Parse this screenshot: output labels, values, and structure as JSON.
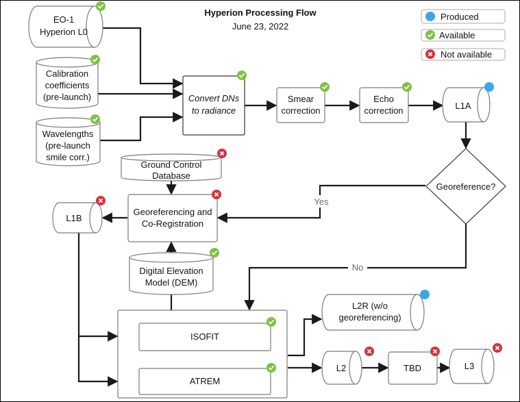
{
  "header": {
    "title": "Hyperion Processing Flow",
    "date": "June 23, 2022"
  },
  "legend": {
    "produced": "Produced",
    "available": "Available",
    "not_available": "Not available"
  },
  "colors": {
    "produced": "#3aa8e6",
    "available": "#7dc242",
    "not_available": "#d8323c",
    "stroke": "#7a7a7a",
    "arrow": "#1a1a1a",
    "edge_label": "#6b6b6b"
  },
  "nodes": {
    "eo1": {
      "line1": "EO-1",
      "line2": "Hyperion L0",
      "status": "available"
    },
    "calib": {
      "line1": "Calibration",
      "line2": "coefficients",
      "line3": "(pre-launch)",
      "status": "available"
    },
    "wavelengths": {
      "line1": "Wavelengths",
      "line2": "(pre-launch",
      "line3": "smile corr.)",
      "status": "available"
    },
    "convert": {
      "line1": "Convert  DNs",
      "line2": "to radiance",
      "status": "available"
    },
    "smear": {
      "line1": "Smear",
      "line2": "correction",
      "status": "available"
    },
    "echo": {
      "line1": "Echo",
      "line2": "correction",
      "status": "available"
    },
    "l1a": {
      "label": "L1A",
      "status": "produced"
    },
    "georef_q": {
      "label": "Georeference?"
    },
    "gcd": {
      "line1": "Ground Control",
      "line2": "Database",
      "status": "not_available"
    },
    "georeg": {
      "line1": "Georeferencing and",
      "line2": "Co-Registration",
      "status": "not_available"
    },
    "l1b": {
      "label": "L1B",
      "status": "not_available"
    },
    "dem": {
      "line1": "Digital Elevation",
      "line2": "Model (DEM)",
      "status": "available"
    },
    "isofit": {
      "label": "ISOFIT",
      "status": "available"
    },
    "atrem": {
      "label": "ATREM",
      "status": "available"
    },
    "l2r": {
      "line1": "L2R (w/o",
      "line2": "georeferencing)",
      "status": "produced"
    },
    "l2": {
      "label": "L2",
      "status": "not_available"
    },
    "tbd": {
      "label": "TBD",
      "status": "not_available"
    },
    "l3": {
      "label": "L3",
      "status": "not_available"
    }
  },
  "edges": {
    "yes": "Yes",
    "no": "No"
  }
}
